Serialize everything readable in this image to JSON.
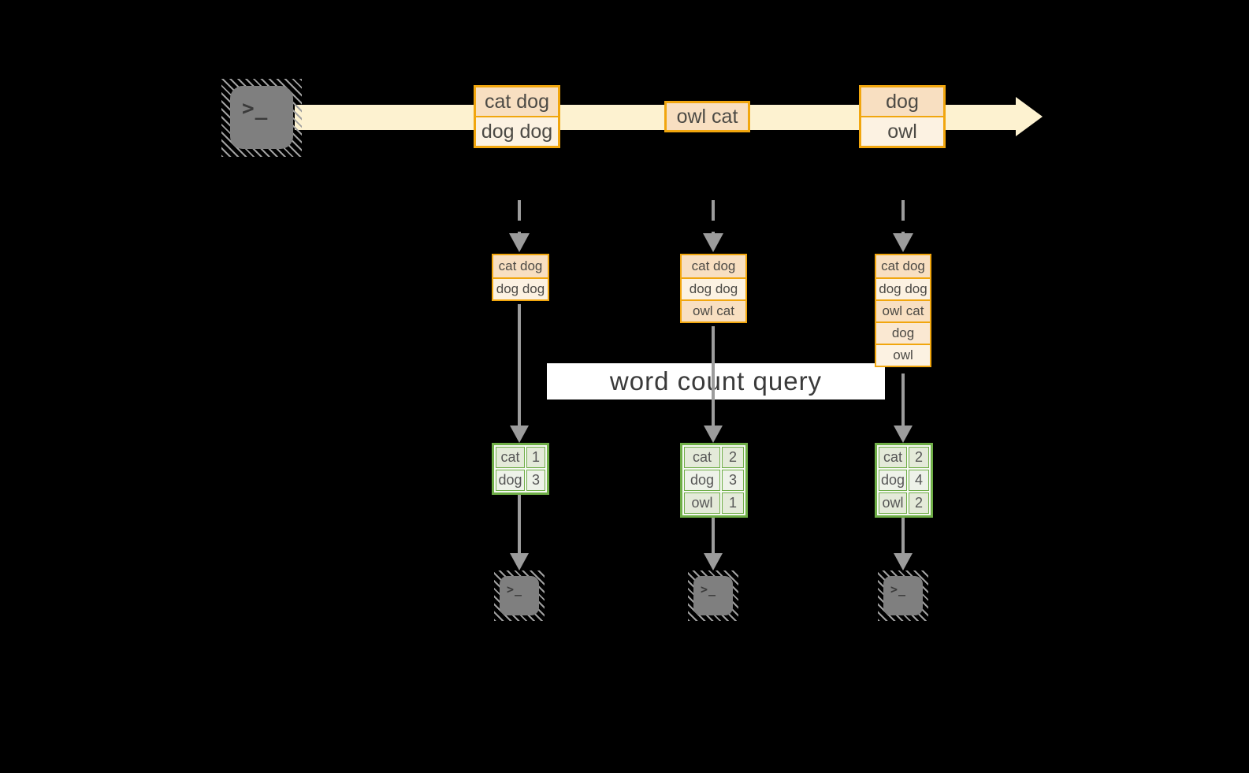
{
  "query_label": "word count query",
  "terminal_prompt": ">_",
  "colors": {
    "accent_amber": "#f1a60e",
    "event_peach": "#f8dfc1",
    "event_cream": "#fcf2e2",
    "stream_band": "#fdf2d0",
    "table_green": "#6fae47",
    "cell_sage": "#e4ead9",
    "cell_light": "#eef2e9",
    "arrow_gray": "#9c9c9c",
    "terminal_gray": "#7f7f7f",
    "banner_bg": "#ffffff"
  },
  "stream": {
    "events": [
      {
        "lines": [
          "cat dog",
          "dog dog"
        ]
      },
      {
        "lines": [
          "owl cat"
        ]
      },
      {
        "lines": [
          "dog",
          "owl"
        ]
      }
    ]
  },
  "columns": [
    {
      "buffer": [
        "cat dog",
        "dog dog"
      ],
      "counts": [
        {
          "word": "cat",
          "n": "1"
        },
        {
          "word": "dog",
          "n": "3"
        }
      ]
    },
    {
      "buffer": [
        "cat dog",
        "dog dog",
        "owl cat"
      ],
      "counts": [
        {
          "word": "cat",
          "n": "2"
        },
        {
          "word": "dog",
          "n": "3"
        },
        {
          "word": "owl",
          "n": "1"
        }
      ]
    },
    {
      "buffer": [
        "cat dog",
        "dog dog",
        "owl cat",
        "dog",
        "owl"
      ],
      "counts": [
        {
          "word": "cat",
          "n": "2"
        },
        {
          "word": "dog",
          "n": "4"
        },
        {
          "word": "owl",
          "n": "2"
        }
      ]
    }
  ]
}
